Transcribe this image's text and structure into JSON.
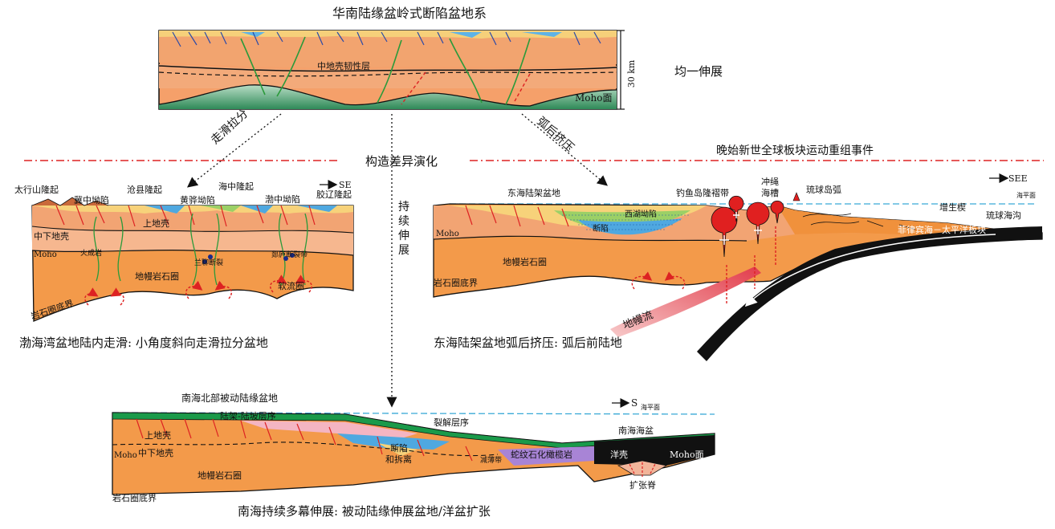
{
  "title_top": "华南陆缘盆岭式断陷盆地系",
  "top_panel": {
    "middle_crust_label": "中地壳韧性层",
    "moho_label": "Moho面",
    "scale_label": "30 km",
    "side_label": "均一伸展"
  },
  "arrows": {
    "left": "走滑拉分",
    "right": "弧后挤压",
    "down": "持续伸展"
  },
  "divider": {
    "center": "构造差异演化",
    "right": "晚始新世全球板块运动重组事件"
  },
  "bohai": {
    "caption": "渤海湾盆地陆内走滑: 小角度斜向走滑拉分盆地",
    "direction": "SE",
    "labels": {
      "taihang": "太行山隆起",
      "jizhong": "冀中坳陷",
      "cangxian": "沧县隆起",
      "huanghua": "黄骅坳陷",
      "haizhong": "海中隆起",
      "bozhong": "渤中坳陷",
      "jiaoliao": "胶辽隆起",
      "upper_crust": "上地壳",
      "mid_lower_crust": "中下地壳",
      "moho": "Moho",
      "igneous": "火成岩",
      "lanliao": "兰聊断裂",
      "tanlu": "郯庐断裂带",
      "mantle_lith": "地幔岩石圈",
      "asthenosphere": "软流圈",
      "lab": "岩石圈底界"
    }
  },
  "donghai": {
    "caption": "东海陆架盆地弧后挤压: 弧后前陆地",
    "direction": "SEE",
    "labels": {
      "shelf_basin": "东海陆架盆地",
      "diaoyu": "钓鱼岛隆褶带",
      "okinawa_1": "冲绳",
      "okinawa_2": "海槽",
      "ryukyu_arc": "琉球岛弧",
      "sea_level": "海平面",
      "accretion": "增生楔",
      "ryukyu_trench": "琉球海沟",
      "xihu": "西湖坳陷",
      "fault_depression": "断陷",
      "moho": "Moho",
      "plate": "菲律宾海－太平洋板块",
      "mantle_lith": "地幔岩石圈",
      "lab": "岩石圈底界",
      "mantle_flow": "地幔流"
    }
  },
  "nanhai": {
    "caption": "南海持续多幕伸展: 被动陆缘伸展盆地/洋盆扩张",
    "title": "南海北部被动陆缘盆地",
    "direction": "S",
    "labels": {
      "sea_level": "海平面",
      "drift_layer": "陆架-陆坡层序",
      "breakup": "裂解层序",
      "basin": "南海海盆",
      "upper_crust": "上地壳",
      "mid_lower_crust": "中下地壳",
      "moho": "Moho",
      "fault_detach_1": "断陷",
      "fault_detach_2": "和拆离",
      "hyper_extended": "减薄带",
      "serpentinite": "蛇纹石化橄榄岩",
      "ocean_crust": "洋壳",
      "moho_surface": "Moho面",
      "mantle_lith": "地幔岩石圈",
      "lab": "岩石圈底界",
      "ridge": "扩张脊"
    }
  }
}
